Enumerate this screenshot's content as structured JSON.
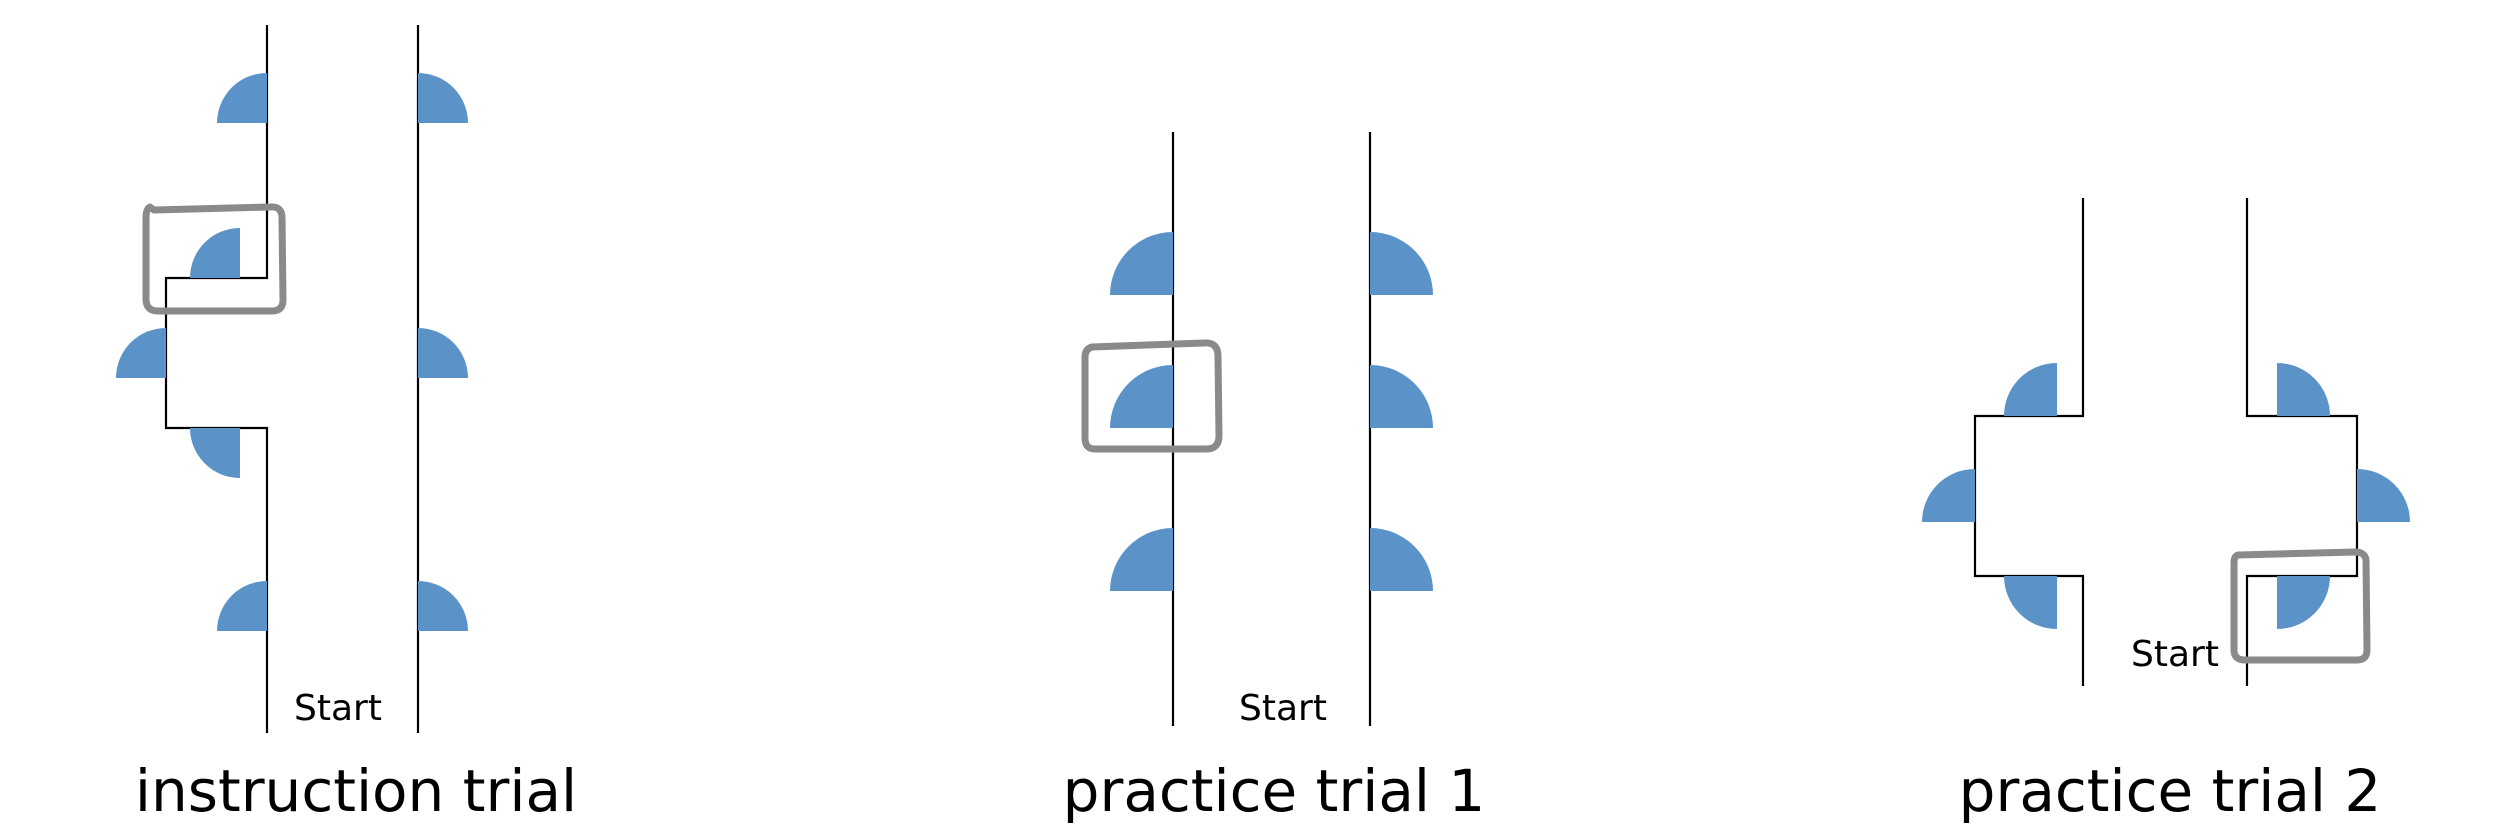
{
  "colors": {
    "door": "#5b93c9",
    "wall": "#000000",
    "highlight": "#8a8a8a"
  },
  "panels": [
    {
      "caption": "instruction trial",
      "start_label": "Start"
    },
    {
      "caption": "practice trial 1",
      "start_label": "Start"
    },
    {
      "caption": "practice trial 2",
      "start_label": "Start"
    }
  ]
}
